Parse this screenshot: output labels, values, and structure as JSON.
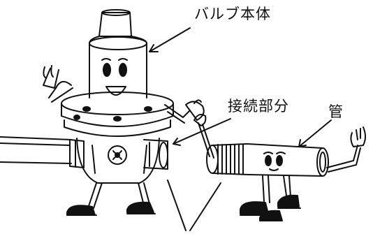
{
  "labels": {
    "valve_body": "バルブ本体",
    "connection": "接続部分",
    "pipe": "管"
  },
  "colors": {
    "ink": "#111111",
    "paper": "#ffffff"
  }
}
